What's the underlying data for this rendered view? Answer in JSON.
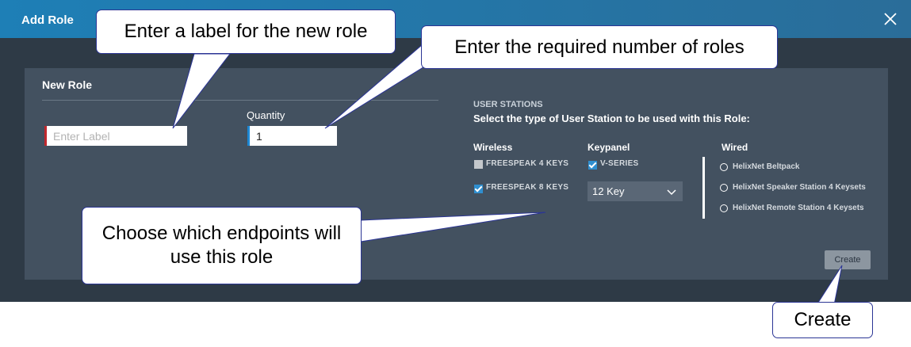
{
  "dialog": {
    "title": "Add Role",
    "close_icon": "close-icon"
  },
  "form": {
    "section_title": "New Role",
    "label_placeholder": "Enter Label",
    "quantity_label": "Quantity",
    "quantity_value": "1"
  },
  "user_stations": {
    "heading": "USER STATIONS",
    "description": "Select the type of User Station to be used with this Role:",
    "wireless": {
      "heading": "Wireless",
      "options": [
        {
          "label": "FREESPEAK 4 KEYS",
          "checked": false
        },
        {
          "label": "FREESPEAK 8 KEYS",
          "checked": true
        }
      ]
    },
    "keypanel": {
      "heading": "Keypanel",
      "option": {
        "label": "V-SERIES",
        "checked": true
      },
      "select_value": "12 Key"
    },
    "wired": {
      "heading": "Wired",
      "options": [
        {
          "label": "HelixNet Beltpack",
          "selected": false
        },
        {
          "label": "HelixNet Speaker Station 4 Keysets",
          "selected": false
        },
        {
          "label": "HelixNet Remote Station 4 Keysets",
          "selected": false
        }
      ]
    }
  },
  "actions": {
    "create_label": "Create"
  },
  "callouts": {
    "label": "Enter a label for the new role",
    "quantity": "Enter the required number of roles",
    "endpoints": "Choose which endpoints will use this role",
    "create": "Create"
  },
  "colors": {
    "titlebar": "#1e7fb6",
    "background": "#2e3a46",
    "panel": "#435160",
    "checkbox_on": "#2f8fd0",
    "callout_border": "#2b3595"
  }
}
